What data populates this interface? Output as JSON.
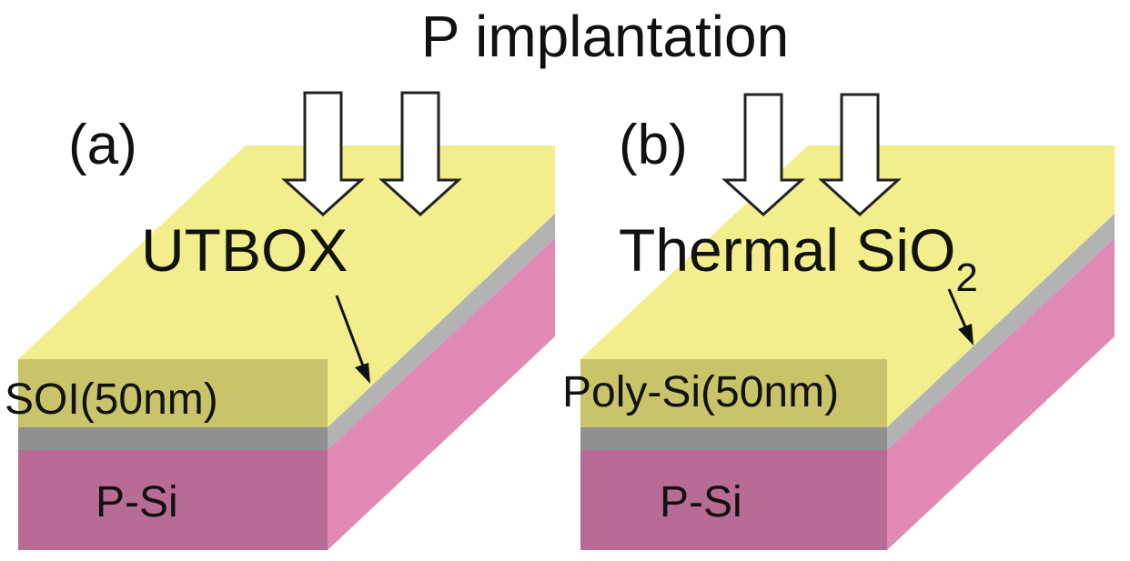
{
  "title": "P implantation",
  "colors": {
    "top": "#f2ee8c",
    "front_soi": "#c9c46a",
    "box_front": "#8f8f8f",
    "box_side": "#b3b3b3",
    "sub_front": "#b86b94",
    "sub_side": "#e08ab5",
    "arrow_fill": "#ffffff",
    "stroke": "#222222"
  },
  "panels": [
    {
      "id": "a",
      "label": "(a)",
      "layer_label": "UTBOX",
      "device_label": "SOI(50nm)",
      "substrate_label": "P-Si"
    },
    {
      "id": "b",
      "label": "(b)",
      "layer_label_main": "Thermal SiO",
      "layer_label_sub": "2",
      "device_label": "Poly-Si(50nm)",
      "substrate_label": "P-Si"
    }
  ]
}
